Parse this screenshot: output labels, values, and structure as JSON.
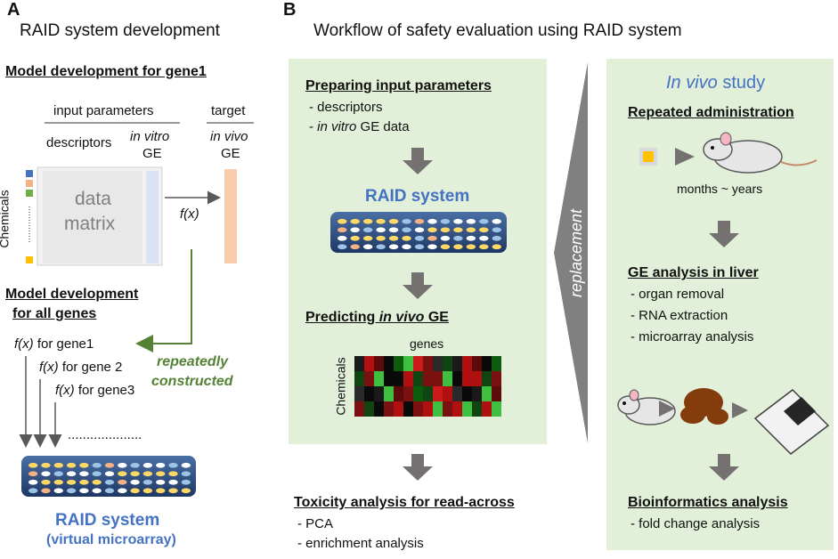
{
  "panel_a": {
    "letter": "A",
    "title": "RAID system development",
    "model_gene1": "Model development for gene1",
    "input_parameters": "input parameters",
    "target": "target",
    "descriptors": "descriptors",
    "in_vitro": "in vitro",
    "ge": "GE",
    "in_vivo": "in vivo",
    "chemicals": "Chemicals",
    "data": "data",
    "matrix": "matrix",
    "fx": "f(x)",
    "model_all_line1": "Model development",
    "model_all_line2": "for all genes",
    "fx_gene1_suffix": " for gene1",
    "fx_gene2_suffix": " for gene 2",
    "fx_gene3_suffix": " for gene3",
    "repeatedly": "repeatedly",
    "constructed": "constructed",
    "dots": "....................",
    "raid_system": "RAID system",
    "virtual_microarray": "(virtual microarray)"
  },
  "panel_b": {
    "letter": "B",
    "title": "Workflow of safety evaluation using RAID system",
    "preparing": "Preparing input parameters",
    "descriptors_item": "- descriptors",
    "dash": "- ",
    "in_vitro": "in vitro",
    "ge_data": " GE data",
    "raid_system": "RAID system",
    "predicting": "Predicting ",
    "in_vivo": "in vivo",
    "ge": " GE",
    "genes": "genes",
    "chemicals": "Chemicals",
    "replacement": "replacement",
    "toxicity": "Toxicity analysis for read-across",
    "pca": "- PCA",
    "enrichment": "- enrichment analysis",
    "in_vivo_study_it": "In vivo",
    "study": " study",
    "repeated": "Repeated administration",
    "months": "months ~ years",
    "ge_liver": "GE analysis in liver",
    "organ": "- organ removal",
    "rna": "- RNA extraction",
    "microarray": "- microarray analysis",
    "bioinfo": "Bioinformatics analysis",
    "fold": "- fold change analysis"
  },
  "colors": {
    "panel_green": "#e2efd9",
    "title_blue": "#4472c4",
    "arrow_green": "#548235",
    "arrow_gray": "#767171",
    "target_orange": "#f8cbad",
    "invitro_blue": "#dae3f3"
  }
}
